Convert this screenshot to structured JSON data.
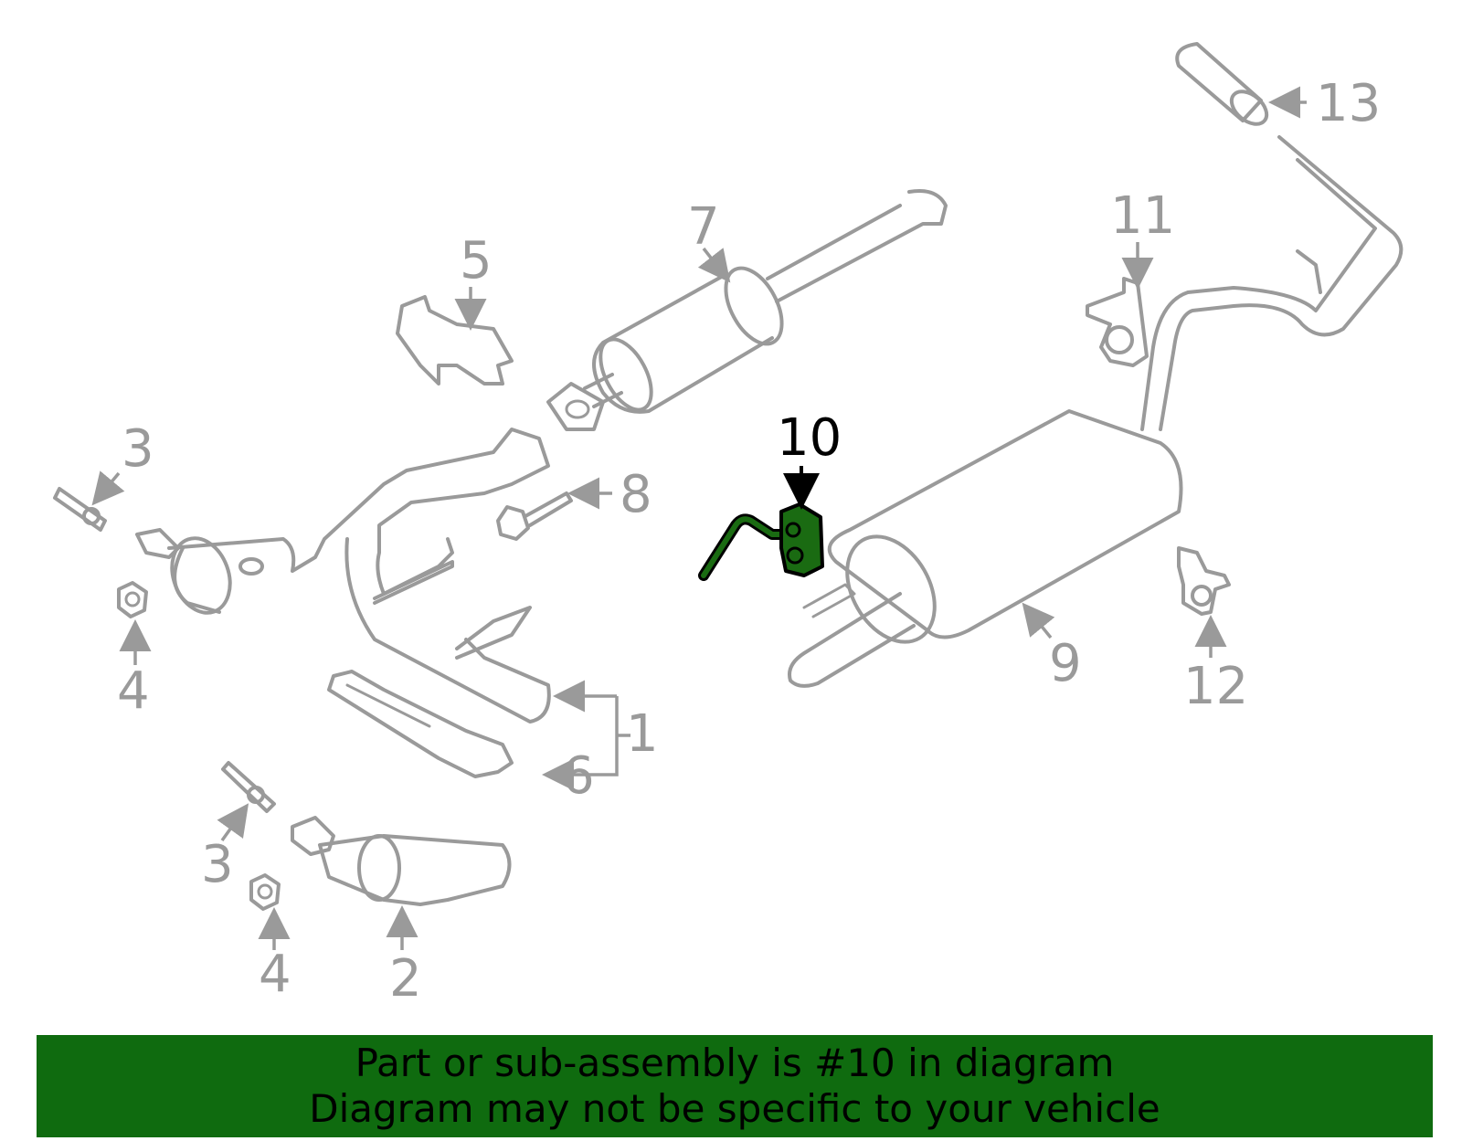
{
  "callouts": {
    "c1": "1",
    "c2": "2",
    "c3a": "3",
    "c3b": "3",
    "c4a": "4",
    "c4b": "4",
    "c5": "5",
    "c6": "6",
    "c7": "7",
    "c8": "8",
    "c9": "9",
    "c10": "10",
    "c11": "11",
    "c12": "12",
    "c13": "13"
  },
  "highlight_color": "#1a6b12",
  "banner": {
    "line1": "Part or sub-assembly is #10 in diagram",
    "line2": "Diagram may not be specific to your vehicle"
  }
}
